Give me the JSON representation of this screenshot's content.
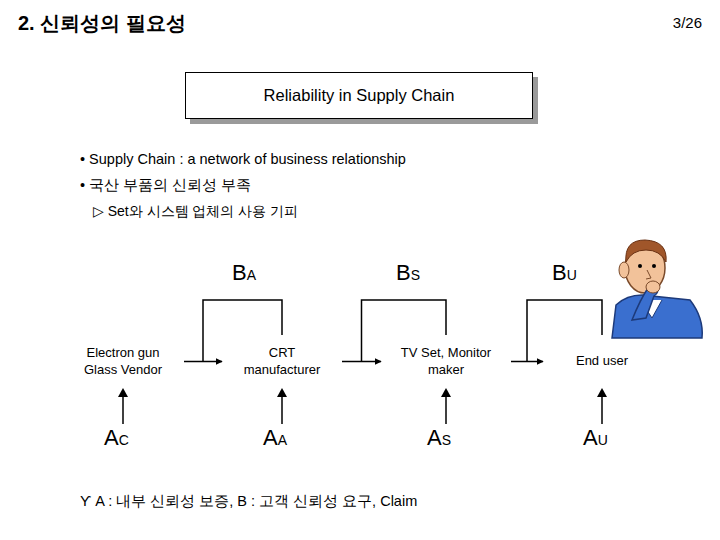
{
  "diagram": {
    "title": "2. 신뢰성의 필요성",
    "nodes": [
      {
        "text": [
          "Reliability in Supply Chain"
        ]
      },
      {
        "text": [
          "Electron gun Glass Vendor"
        ]
      },
      {
        "text": [
          "CRT manufacturer"
        ]
      },
      {
        "text": [
          "TV Set, Monitor maker"
        ]
      },
      {
        "text": [
          "End user"
        ]
      }
    ],
    "edges": [
      {
        "from": 1,
        "to": 2,
        "arrow": "to",
        "label": "BA"
      },
      {
        "from": 2,
        "to": 3,
        "arrow": "to",
        "label": "BS"
      },
      {
        "from": 3,
        "to": 4,
        "arrow": "to",
        "label": "BU"
      }
    ],
    "labels": [
      "3/26",
      "• Supply Chain : a network of business relationship",
      "• 국산 부품의 신뢰성 부족",
      "▷ Set와 시스템 업체의 사용 기피",
      "AC",
      "AA",
      "AS",
      "AU",
      "ϒ A : 내부 신뢰성 보증, B : 고객 신뢰성 요구, Claim"
    ]
  }
}
